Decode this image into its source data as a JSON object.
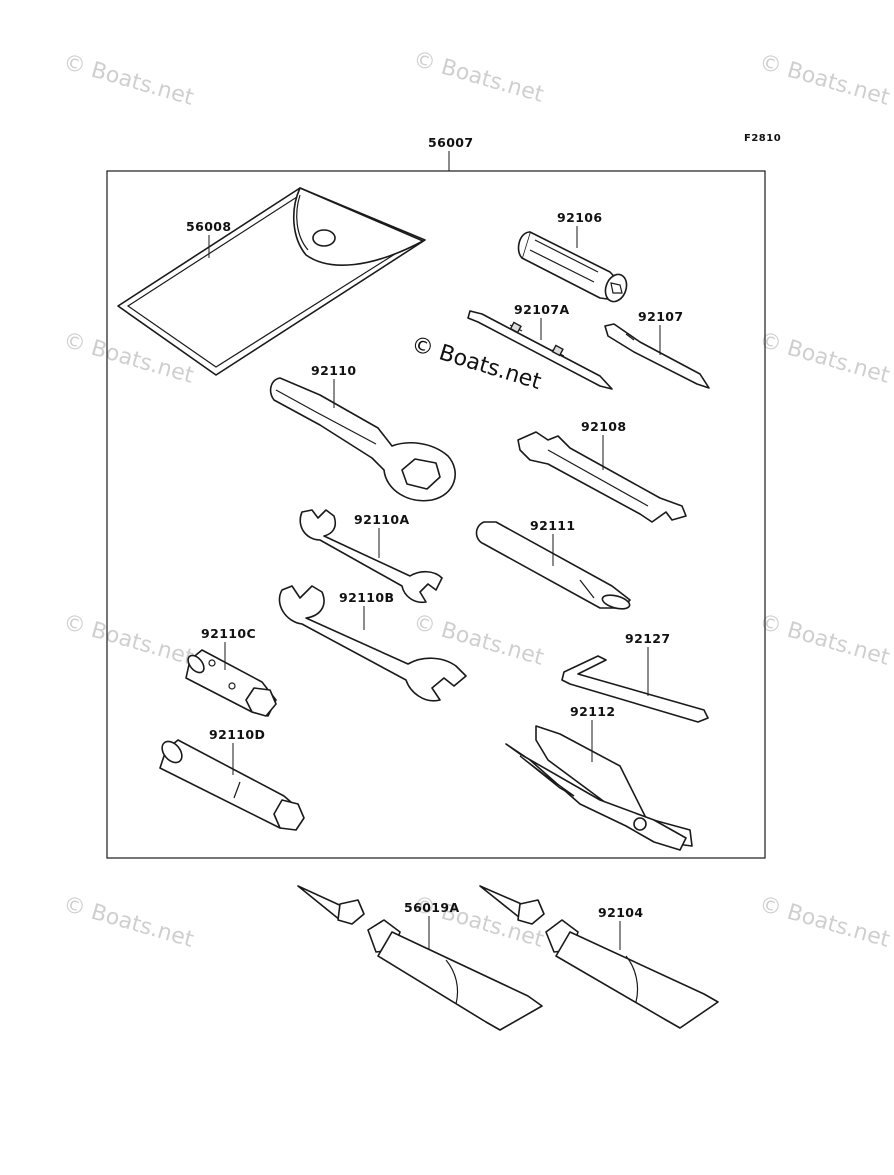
{
  "diagram": {
    "figure_code": "F2810",
    "watermark_text": "© Boats.net",
    "kit_label": "56007",
    "parts": [
      {
        "id": "case",
        "label": "56008"
      },
      {
        "id": "screwdriver-grip",
        "label": "92106"
      },
      {
        "id": "screwdriver-bit-a",
        "label": "92107A"
      },
      {
        "id": "screwdriver-bit",
        "label": "92107"
      },
      {
        "id": "ring-wrench",
        "label": "92110"
      },
      {
        "id": "spoke-wrench",
        "label": "92108"
      },
      {
        "id": "wrench-a",
        "label": "92110A"
      },
      {
        "id": "extension-bar",
        "label": "92111"
      },
      {
        "id": "wrench-b",
        "label": "92110B"
      },
      {
        "id": "box-wrench-c",
        "label": "92110C"
      },
      {
        "id": "hex-key",
        "label": "92127"
      },
      {
        "id": "pliers",
        "label": "92112"
      },
      {
        "id": "box-wrench-d",
        "label": "92110D"
      },
      {
        "id": "grease-tube-a",
        "label": "56019A"
      },
      {
        "id": "grease-tube-b",
        "label": "92104"
      }
    ]
  }
}
